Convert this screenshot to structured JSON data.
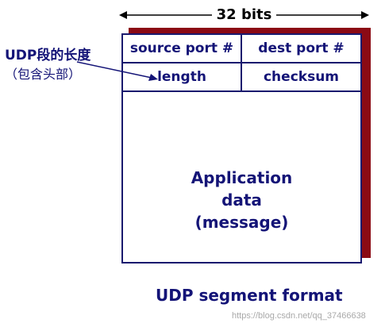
{
  "width_label": "32 bits",
  "fields": {
    "row1_left": "source port #",
    "row1_right": "dest port #",
    "row2_left": "length",
    "row2_right": "checksum"
  },
  "payload": {
    "line1": "Application",
    "line2": "data",
    "line3": "(message)"
  },
  "annotation": {
    "line1": "UDP段的长度",
    "line2": "（包含头部）"
  },
  "caption": "UDP segment format",
  "watermark": "https://blog.csdn.net/qq_37466638",
  "colors": {
    "text": "#141477",
    "border": "#1a1a6e",
    "shadow": "#8b0a14"
  }
}
